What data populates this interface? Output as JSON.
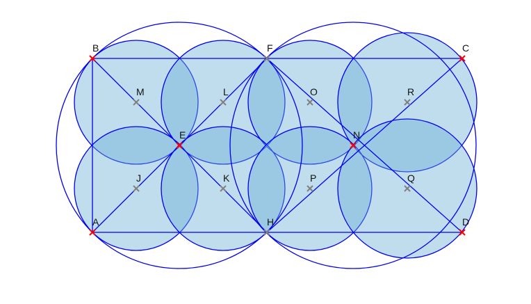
{
  "title": "Geometry construction: rectangle ABCD with circles",
  "colors": {
    "stroke": "#0000ee",
    "fill": "#6aaed6",
    "point_free": "#ff0000",
    "point_dependent": "#808080",
    "label": "#111111"
  },
  "points": [
    {
      "name": "A",
      "kind": "free"
    },
    {
      "name": "B",
      "kind": "free"
    },
    {
      "name": "C",
      "kind": "free"
    },
    {
      "name": "D",
      "kind": "free"
    },
    {
      "name": "E",
      "kind": "free"
    },
    {
      "name": "N",
      "kind": "free"
    },
    {
      "name": "F",
      "kind": "dependent"
    },
    {
      "name": "H",
      "kind": "dependent"
    },
    {
      "name": "M",
      "kind": "dependent"
    },
    {
      "name": "L",
      "kind": "dependent"
    },
    {
      "name": "O",
      "kind": "dependent"
    },
    {
      "name": "R",
      "kind": "dependent"
    },
    {
      "name": "J",
      "kind": "dependent"
    },
    {
      "name": "K",
      "kind": "dependent"
    },
    {
      "name": "P",
      "kind": "dependent"
    },
    {
      "name": "Q",
      "kind": "dependent"
    }
  ],
  "segments": [
    [
      "B",
      "C"
    ],
    [
      "A",
      "D"
    ],
    [
      "A",
      "B"
    ],
    [
      "B",
      "H"
    ],
    [
      "A",
      "F"
    ],
    [
      "F",
      "D"
    ],
    [
      "H",
      "C"
    ]
  ],
  "circles_filled": [
    "M",
    "L",
    "O",
    "R",
    "J",
    "K",
    "P",
    "Q"
  ],
  "circles_outline": [
    "E",
    "N"
  ]
}
